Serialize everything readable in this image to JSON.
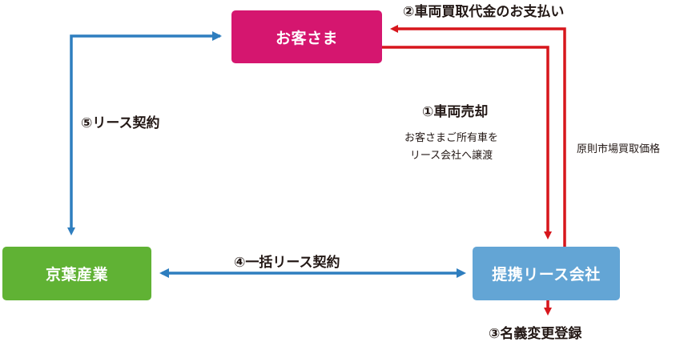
{
  "nodes": {
    "customer": "お客さま",
    "kyoyo": "京葉産業",
    "lease_company": "提携リース会社"
  },
  "steps": {
    "sale": "①車両売却",
    "sale_note_line1": "お客さまご所有車を",
    "sale_note_line2": "リース会社へ譲渡",
    "payment": "②車両買取代金のお支払い",
    "price_basis": "原則市場買取価格",
    "transfer": "③名義変更登録",
    "bulk_lease": "④一括リース契約",
    "lease": "⑤リース契約"
  },
  "colors": {
    "customer_box": "#d5166f",
    "kyoyo_box": "#60b234",
    "lease_box": "#63a5d5",
    "red_arrow": "#d7161c",
    "blue_arrow": "#2e7ebf"
  }
}
